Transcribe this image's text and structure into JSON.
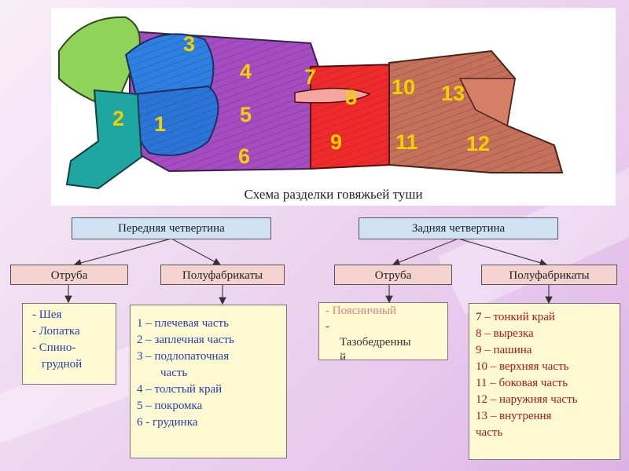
{
  "diagram": {
    "caption": "Схема разделки говяжьей туши",
    "part_numbers": [
      "1",
      "2",
      "3",
      "4",
      "5",
      "6",
      "7",
      "8",
      "9",
      "10",
      "11",
      "12",
      "13"
    ]
  },
  "front_quarter": {
    "title": "Передняя   четвертина",
    "cuts_label": "Отруба",
    "semi_label": "Полуфабрикаты",
    "cuts": [
      "-  Шея",
      "-  Лопатка",
      "-  Спино-",
      "грудной"
    ],
    "semi": [
      {
        "num": "1",
        "text": " – плечевая часть"
      },
      {
        "num": "2",
        "text": " – заплечная часть"
      },
      {
        "num": "3",
        "text": " – подлопаточная"
      },
      {
        "num": "",
        "text": "часть"
      },
      {
        "num": "4",
        "text": " – толстый край"
      },
      {
        "num": "5",
        "text": " – покромка"
      },
      {
        "num": "6",
        "text": " - грудинка"
      }
    ]
  },
  "rear_quarter": {
    "title": "Задняя  четвертина",
    "cuts_label": "Отруба",
    "semi_label": "Полуфабрикаты",
    "cuts": [
      "-  Поясничный",
      "-",
      "Тазобедренны",
      "й"
    ],
    "semi": [
      {
        "num": "7",
        "text": " – тонкий край"
      },
      {
        "num": "8",
        "text": " – вырезка"
      },
      {
        "num": "9",
        "text": " – пашина"
      },
      {
        "num": "10",
        "text": " – верхняя часть"
      },
      {
        "num": "11",
        "text": " – боковая часть"
      },
      {
        "num": "12",
        "text": " – наружняя часть"
      },
      {
        "num": "13",
        "text": " – внутрення"
      },
      {
        "num": "",
        "text": "часть"
      }
    ]
  },
  "colors": {
    "front_text": "#2a3fa8",
    "rear_text": "#b01818",
    "number_yellow": "#f2d100",
    "header_blue": "#cfe3f5",
    "header_pink": "#f4d2d0",
    "note_yellow": "#fdf9d3"
  }
}
